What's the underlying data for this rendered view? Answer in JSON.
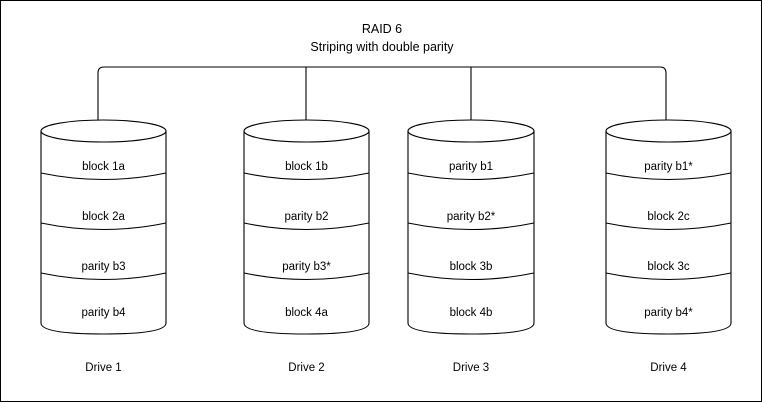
{
  "diagram": {
    "title_line1": "RAID 6",
    "title_line2": "Striping with double parity",
    "drives": [
      {
        "label": "Drive 1",
        "blocks": [
          "block 1a",
          "block 2a",
          "parity b3",
          "parity b4"
        ]
      },
      {
        "label": "Drive 2",
        "blocks": [
          "block 1b",
          "parity b2",
          "parity b3*",
          "block 4a"
        ]
      },
      {
        "label": "Drive 3",
        "blocks": [
          "parity b1",
          "parity b2*",
          "block 3b",
          "block 4b"
        ]
      },
      {
        "label": "Drive 4",
        "blocks": [
          "parity b1*",
          "block 2c",
          "block 3c",
          "parity b4*"
        ]
      }
    ],
    "colors": {
      "stroke": "#000000",
      "fill": "#ffffff",
      "text": "#000000"
    }
  }
}
